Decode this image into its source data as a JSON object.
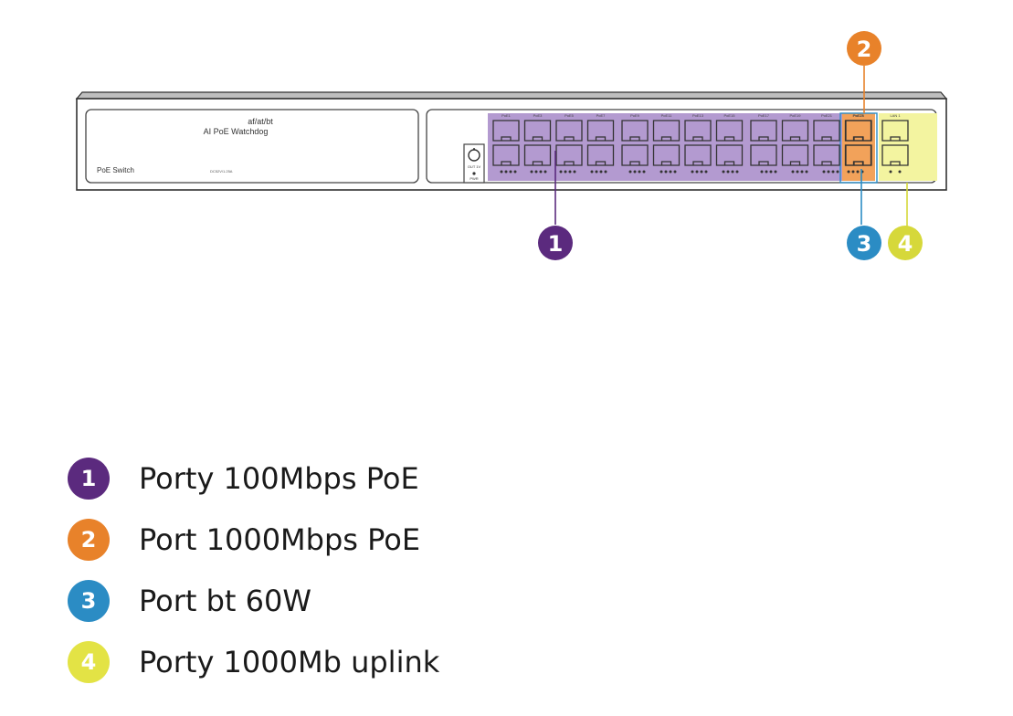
{
  "device": {
    "model_line1": "af/at/bt",
    "model_line2": "AI PoE Watchdog",
    "type_label": "PoE Switch",
    "power_label": "DC52V/1.25A",
    "btn_top_label": "OUT 1V",
    "btn_bottom_label": "PWR",
    "uplink_label": "LAN 1",
    "poe_port_labels": [
      "PoE1",
      "PoE3",
      "PoE5",
      "PoE7",
      "PoE9",
      "PoE11",
      "PoE13",
      "PoE15",
      "PoE17",
      "PoE19",
      "PoE21",
      "PoE23"
    ],
    "gigabit_port_label": "PoE25"
  },
  "callouts": [
    {
      "number": "1",
      "color": "#5b2a7e"
    },
    {
      "number": "2",
      "color": "#e8822a"
    },
    {
      "number": "3",
      "color": "#2b8cc4"
    },
    {
      "number": "4",
      "color": "#d6d83a"
    }
  ],
  "legend": [
    {
      "number": "1",
      "text": "Porty 100Mbps PoE",
      "color": "#5b2a7e"
    },
    {
      "number": "2",
      "text": "Port 1000Mbps PoE",
      "color": "#e8822a"
    },
    {
      "number": "3",
      "text": "Port bt 60W",
      "color": "#2b8cc4"
    },
    {
      "number": "4",
      "text": "Porty 1000Mb uplink",
      "color": "#e3e345"
    }
  ],
  "colors": {
    "purple_zone": "#b39ad0",
    "orange_zone": "#f2a25a",
    "yellow_zone": "#f3f4a0",
    "chassis": "#3a3a3a"
  }
}
